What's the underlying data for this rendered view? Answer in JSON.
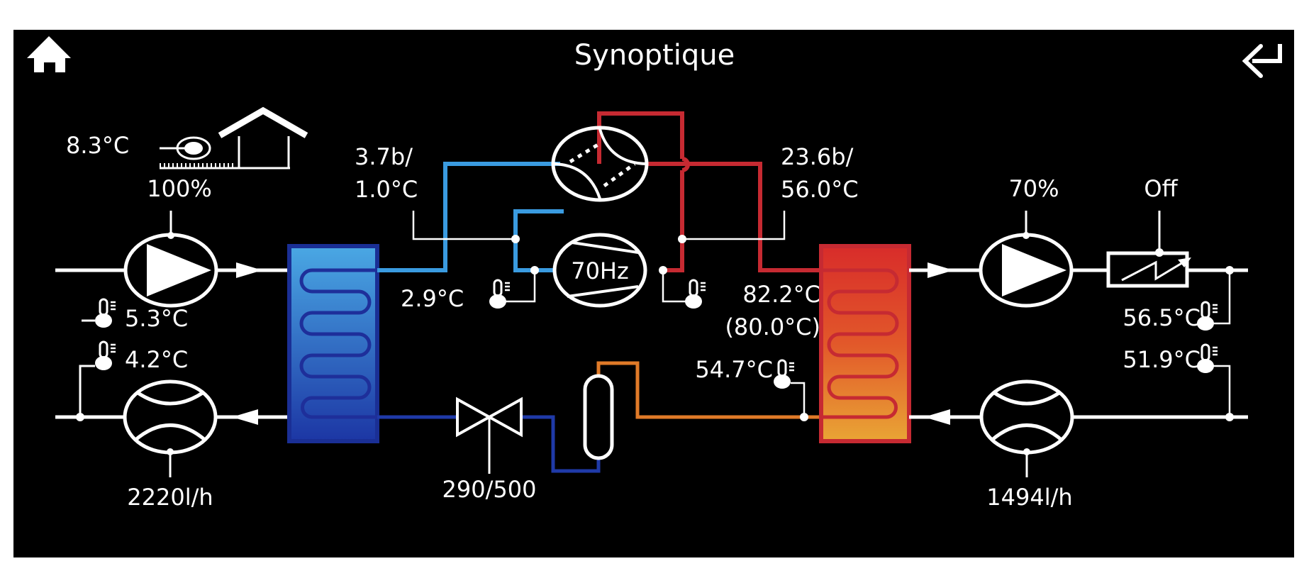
{
  "header": {
    "title": "Synoptique",
    "home_icon": "home-icon",
    "back_icon": "return-arrow-icon"
  },
  "colors": {
    "background": "#000000",
    "line": "#ffffff",
    "cold_pipe_light": "#3a9be0",
    "cold_pipe_dark": "#1f3aa8",
    "hot_pipe": "#c62a32",
    "liquid_pipe": "#e07a28",
    "evaporator_top": "#4aa3e0",
    "evaporator_bottom": "#1e3aa6",
    "condenser_top": "#d7302b",
    "condenser_bottom": "#e8a133"
  },
  "outdoor": {
    "temperature": "8.3°C",
    "fan_speed": "100%",
    "icon": "house-outdoor-unit-icon"
  },
  "source_side": {
    "outlet_temp": "5.3°C",
    "return_temp": "4.2°C",
    "flow": "2220l/h"
  },
  "refrigerant": {
    "low_pressure_label": "3.7b/",
    "low_pressure_temp": "1.0°C",
    "suction_temp": "2.9°C",
    "compressor_frequency": "70Hz",
    "high_pressure_label": "23.6b/",
    "high_pressure_temp": "56.0°C",
    "discharge_temp": "82.2°C",
    "discharge_setpoint": "(80.0°C)",
    "liquid_temp": "54.7°C",
    "expansion_valve": "290/500"
  },
  "load_side": {
    "pump_speed": "70%",
    "heater_state": "Off",
    "supply_temp": "56.5°C",
    "return_temp": "51.9°C",
    "flow": "1494l/h"
  }
}
